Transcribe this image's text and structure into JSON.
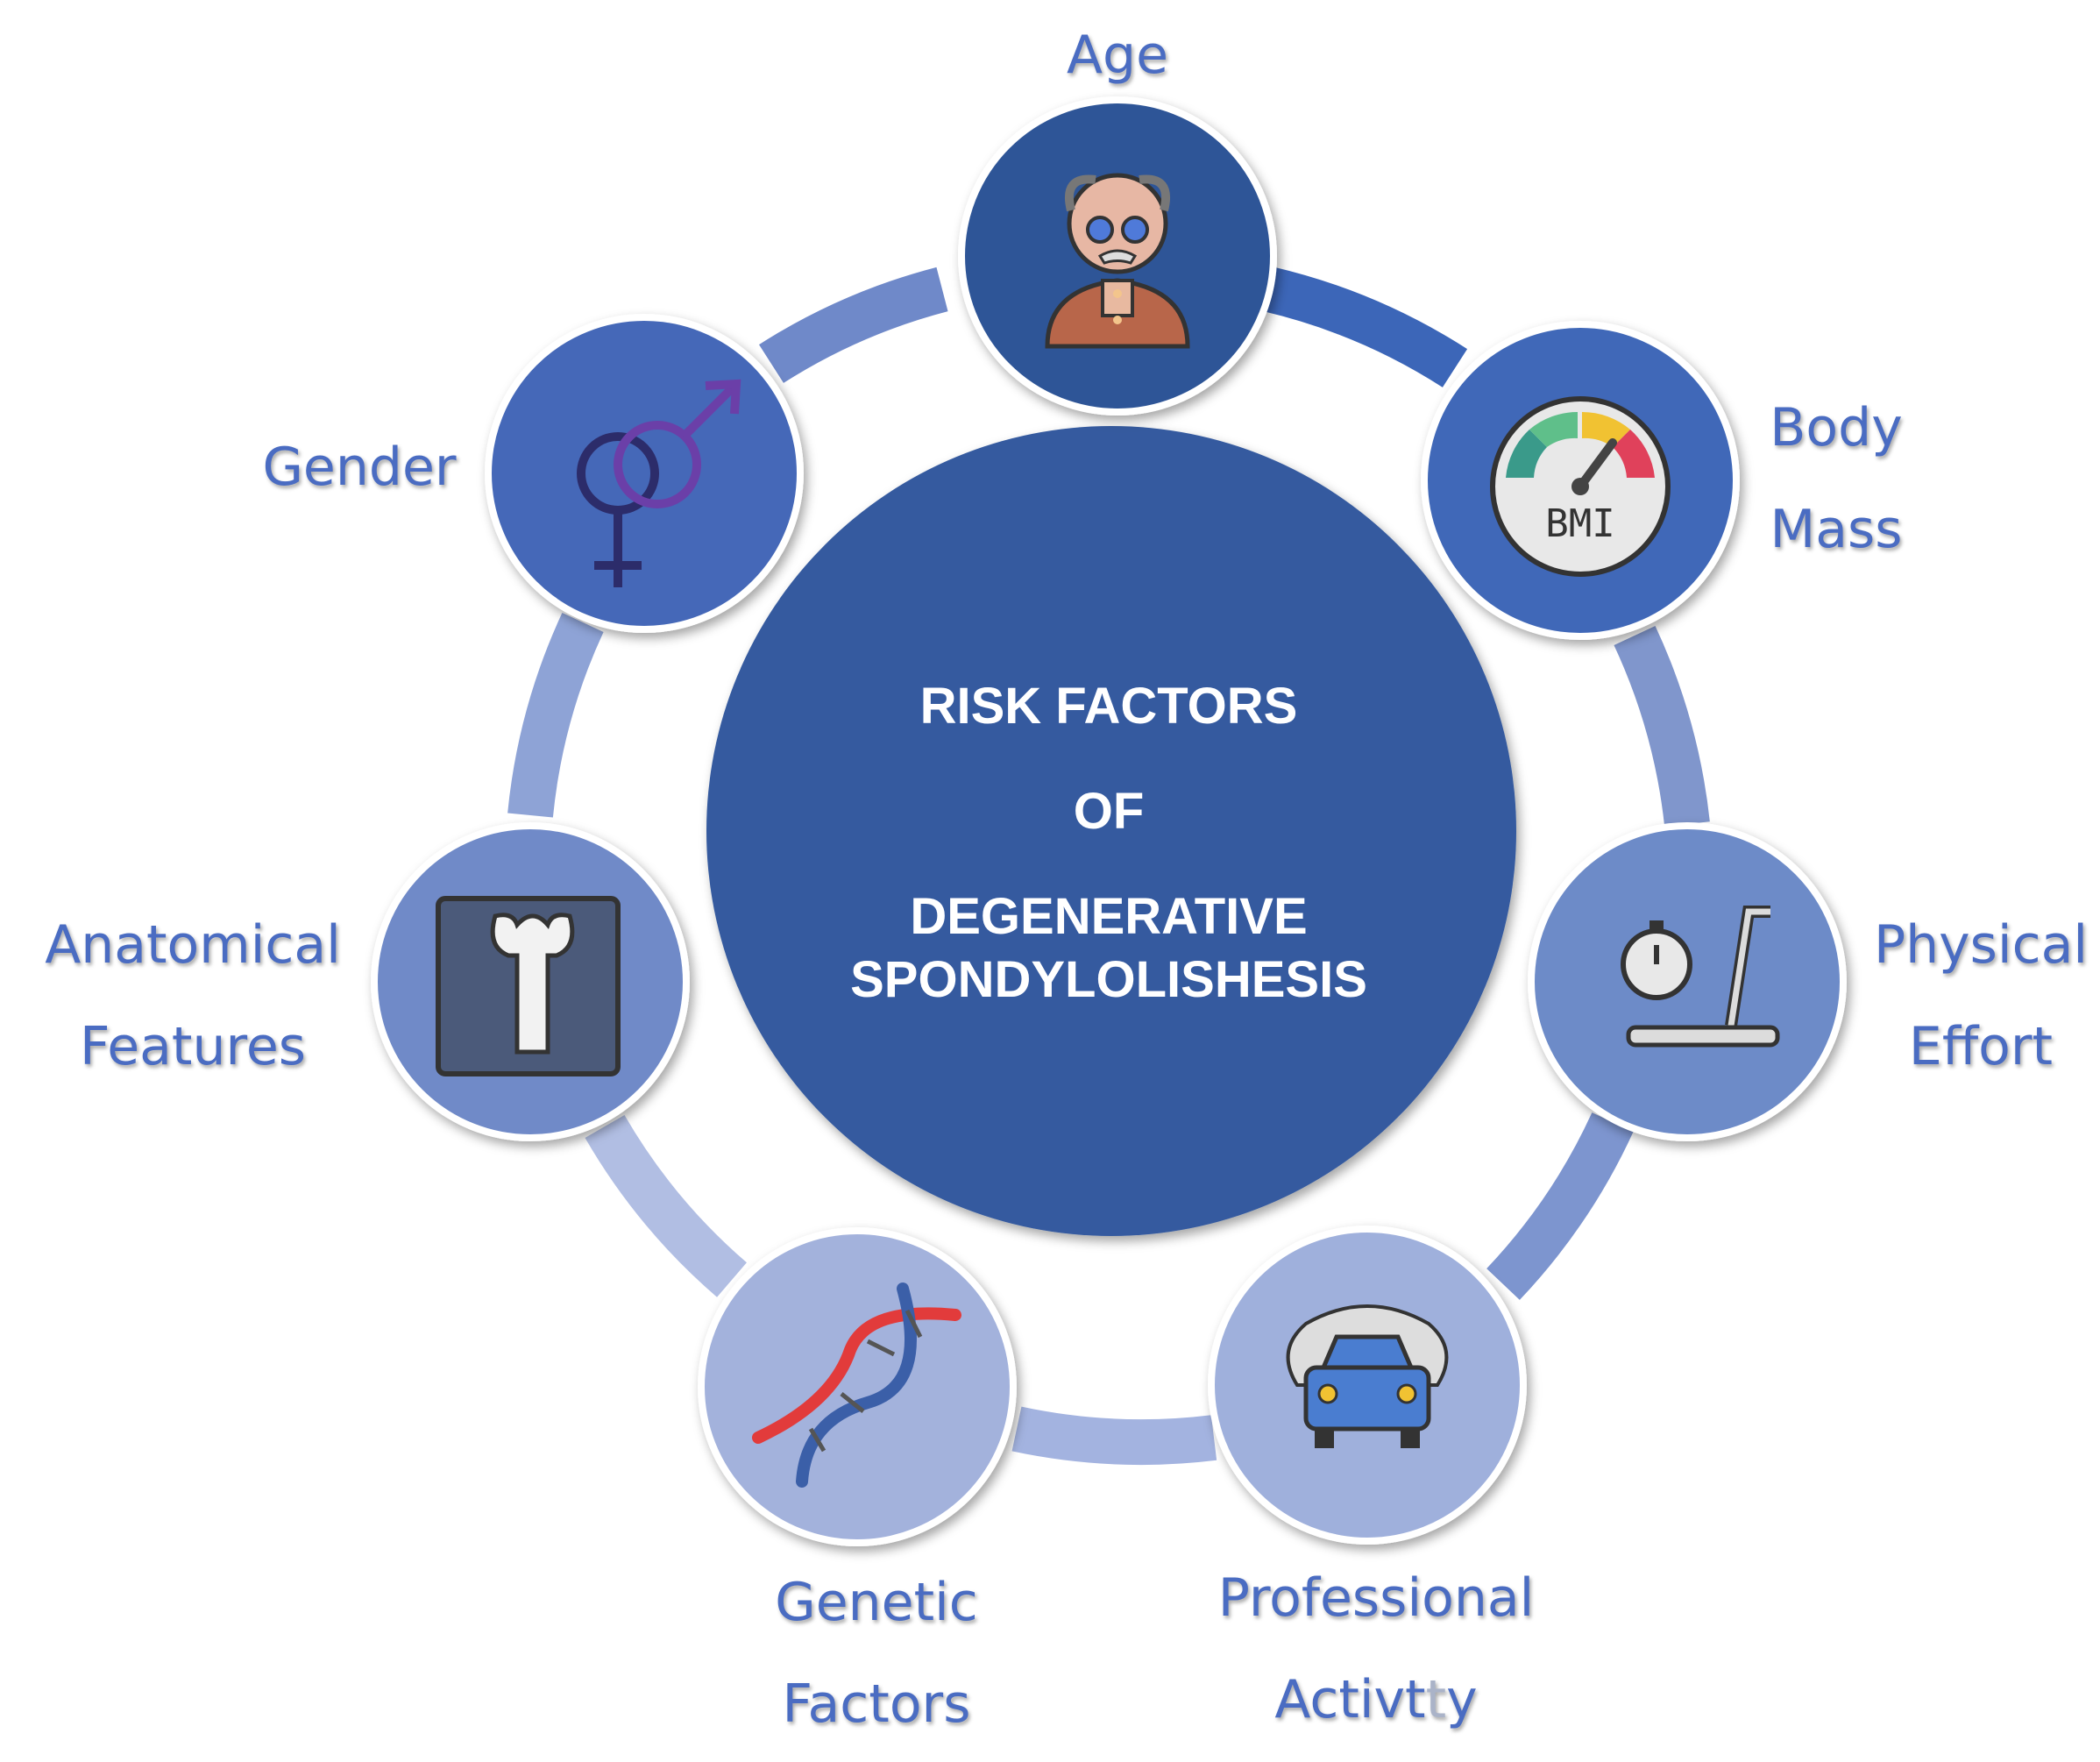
{
  "center": {
    "line1": "RISK FACTORS",
    "line2": "OF",
    "line3": "DEGENERATIVE",
    "line4": "SPONDYLOLISHESIS"
  },
  "factors": [
    {
      "id": "age",
      "label_lines": [
        "Age"
      ],
      "icon": "elderly-man-icon",
      "color": "#2f5597"
    },
    {
      "id": "body-mass",
      "label_lines": [
        "Body",
        "Mass"
      ],
      "icon": "bmi-gauge-icon",
      "color": "#3f67b8"
    },
    {
      "id": "physical-effort",
      "label_lines": [
        "Physical",
        "Effort"
      ],
      "icon": "treadmill-stopwatch-icon",
      "color": "#6d8bc8"
    },
    {
      "id": "professional-activity",
      "label_lines": [
        "Professional",
        "Activt"
      ],
      "label_faded_suffix": "t",
      "label_end": "y",
      "icon": "car-icon",
      "color": "#9fb0dc"
    },
    {
      "id": "genetic-factors",
      "label_lines": [
        "Genetic",
        "Factors"
      ],
      "icon": "dna-icon",
      "color": "#a3b2dc"
    },
    {
      "id": "anatomical-features",
      "label_lines": [
        "Anatomical",
        "Features"
      ],
      "icon": "xray-bone-icon",
      "color": "#6f8ac8"
    },
    {
      "id": "gender",
      "label_lines": [
        "Gender"
      ],
      "icon": "gender-symbols-icon",
      "color": "#4468b8"
    }
  ],
  "colors": {
    "center": "#345a9f",
    "label_text": "#4a6cc2",
    "ring_segments": [
      "#3c66b8",
      "#8096cc",
      "#7d95cf",
      "#a3b3e0",
      "#b1bee3",
      "#8ea3d6",
      "#6f89c9"
    ]
  }
}
